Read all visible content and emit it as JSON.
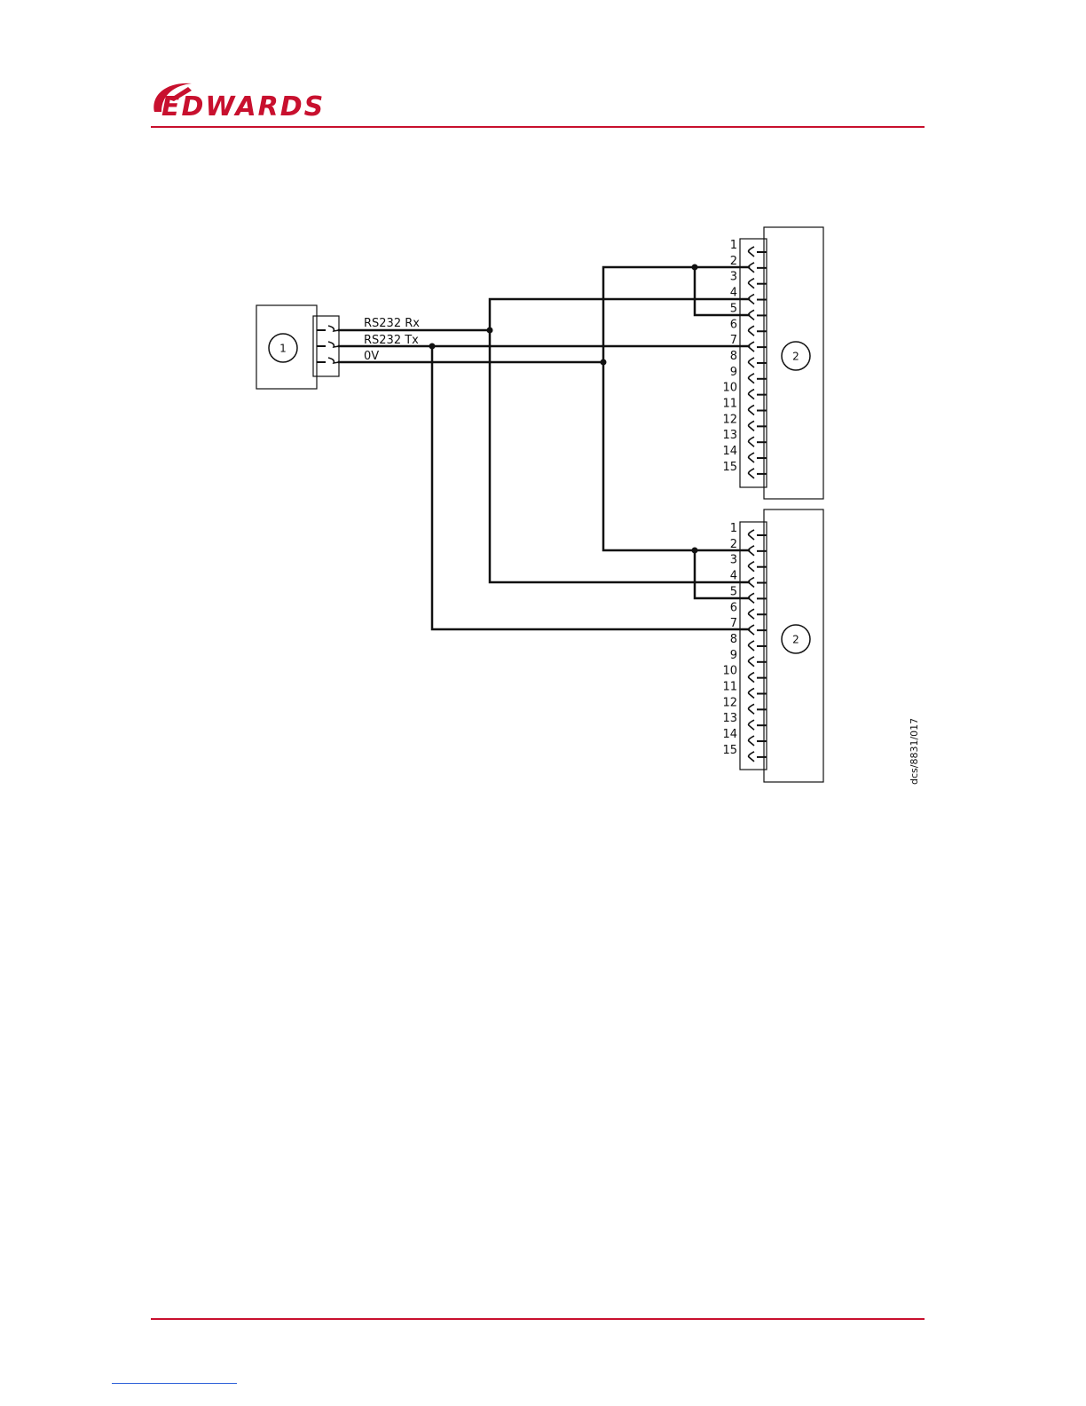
{
  "brand": {
    "name": "EDWARDS",
    "color": "#c8102e"
  },
  "diagram": {
    "device_left": {
      "callout": "1"
    },
    "connector_left_labels": [
      "RS232 Rx",
      "RS232 Tx",
      "0V"
    ],
    "device_right_top": {
      "callout": "2"
    },
    "device_right_bottom": {
      "callout": "2"
    },
    "pin_numbers": [
      "1",
      "2",
      "3",
      "4",
      "5",
      "6",
      "7",
      "8",
      "9",
      "10",
      "11",
      "12",
      "13",
      "14",
      "15"
    ],
    "drawing_ref": "dcs/8831/017"
  }
}
